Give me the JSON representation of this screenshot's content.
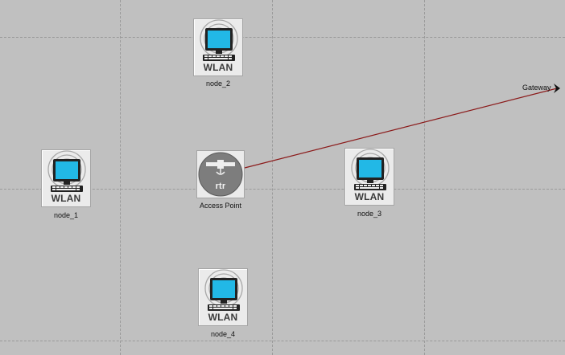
{
  "canvas": {
    "background": "#c0c0c0",
    "grid_color": "#9a9a9a",
    "link_color": "#8b1a1a"
  },
  "nodes": [
    {
      "id": "node_2",
      "label": "node_2",
      "badge": "WLAN",
      "icon": "wlan-computer-icon"
    },
    {
      "id": "node_1",
      "label": "node_1",
      "badge": "WLAN",
      "icon": "wlan-computer-icon"
    },
    {
      "id": "node_3",
      "label": "node_3",
      "badge": "WLAN",
      "icon": "wlan-computer-icon"
    },
    {
      "id": "node_4",
      "label": "node_4",
      "badge": "WLAN",
      "icon": "wlan-computer-icon"
    }
  ],
  "access_point": {
    "label": "Access Point",
    "badge": "rtr",
    "icon": "router-satellite-icon"
  },
  "gateway": {
    "label": "Gateway"
  },
  "links": [
    {
      "from": "Access Point",
      "to": "Gateway"
    }
  ],
  "colors": {
    "screen": "#22b8e6",
    "router_body": "#7d7d7d",
    "node_bg": "#ebebeb"
  }
}
